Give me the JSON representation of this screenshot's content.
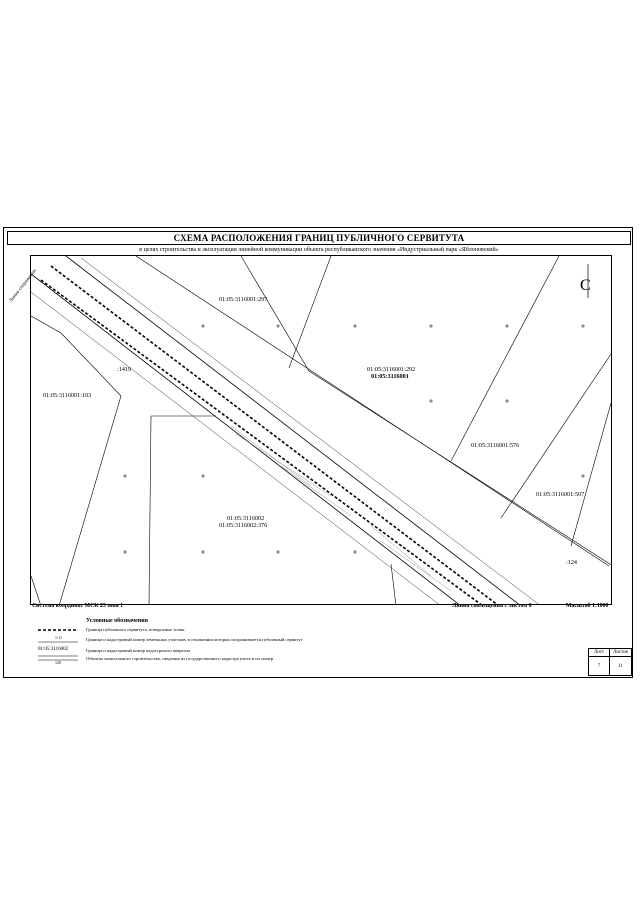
{
  "title": "СХЕМА РАСПОЛОЖЕНИЯ ГРАНИЦ ПУБЛИЧНОГО СЕРВИТУТА",
  "subtitle": "в целях строительства и эксплуатации линейной коммуникации объекта республиканского значения «Индустриальный парк «Яблоновский»",
  "parcels": {
    "p297": "01:05:3116001:297",
    "p292": "01:05:3116001:292",
    "q001": "01:05:3116001",
    "p576": "01:05:3116001:576",
    "p507": "01:05:3116001:507",
    "p103": "01:05:3116001:103",
    "p1419": ":1419",
    "p124": ":124",
    "q002": "01:05:3116002",
    "p376": "01:05:3116002:376"
  },
  "road_label": "Линия сопряжения",
  "coord_system": "Система координат МСК 23 зона 1",
  "match_line": "Линия совмещения с листом 6",
  "scale": "Масштаб 1:1000",
  "north_symbol": "С",
  "legend": {
    "title": "Условные обозначения",
    "items": [
      {
        "label": "Граница публичного сервитута, поворотные точки",
        "sym_text": "1:11"
      },
      {
        "label": "Граница и кадастровый номер земельных участков, в отношении которых испрашивается публичный сервитут",
        "sym_text": ""
      },
      {
        "label": "Граница и кадастровый номер кадастрового квартала",
        "sym_text": "01:05:3116002"
      },
      {
        "label": "Объекты капитального строительства, сведения из государственного кадастра учета и их номер",
        "sym_text": "120"
      }
    ]
  },
  "stamp": {
    "sheet_label": "Лист",
    "sheets_label": "Листов",
    "sheet_value": "7",
    "sheets_value": "11"
  }
}
